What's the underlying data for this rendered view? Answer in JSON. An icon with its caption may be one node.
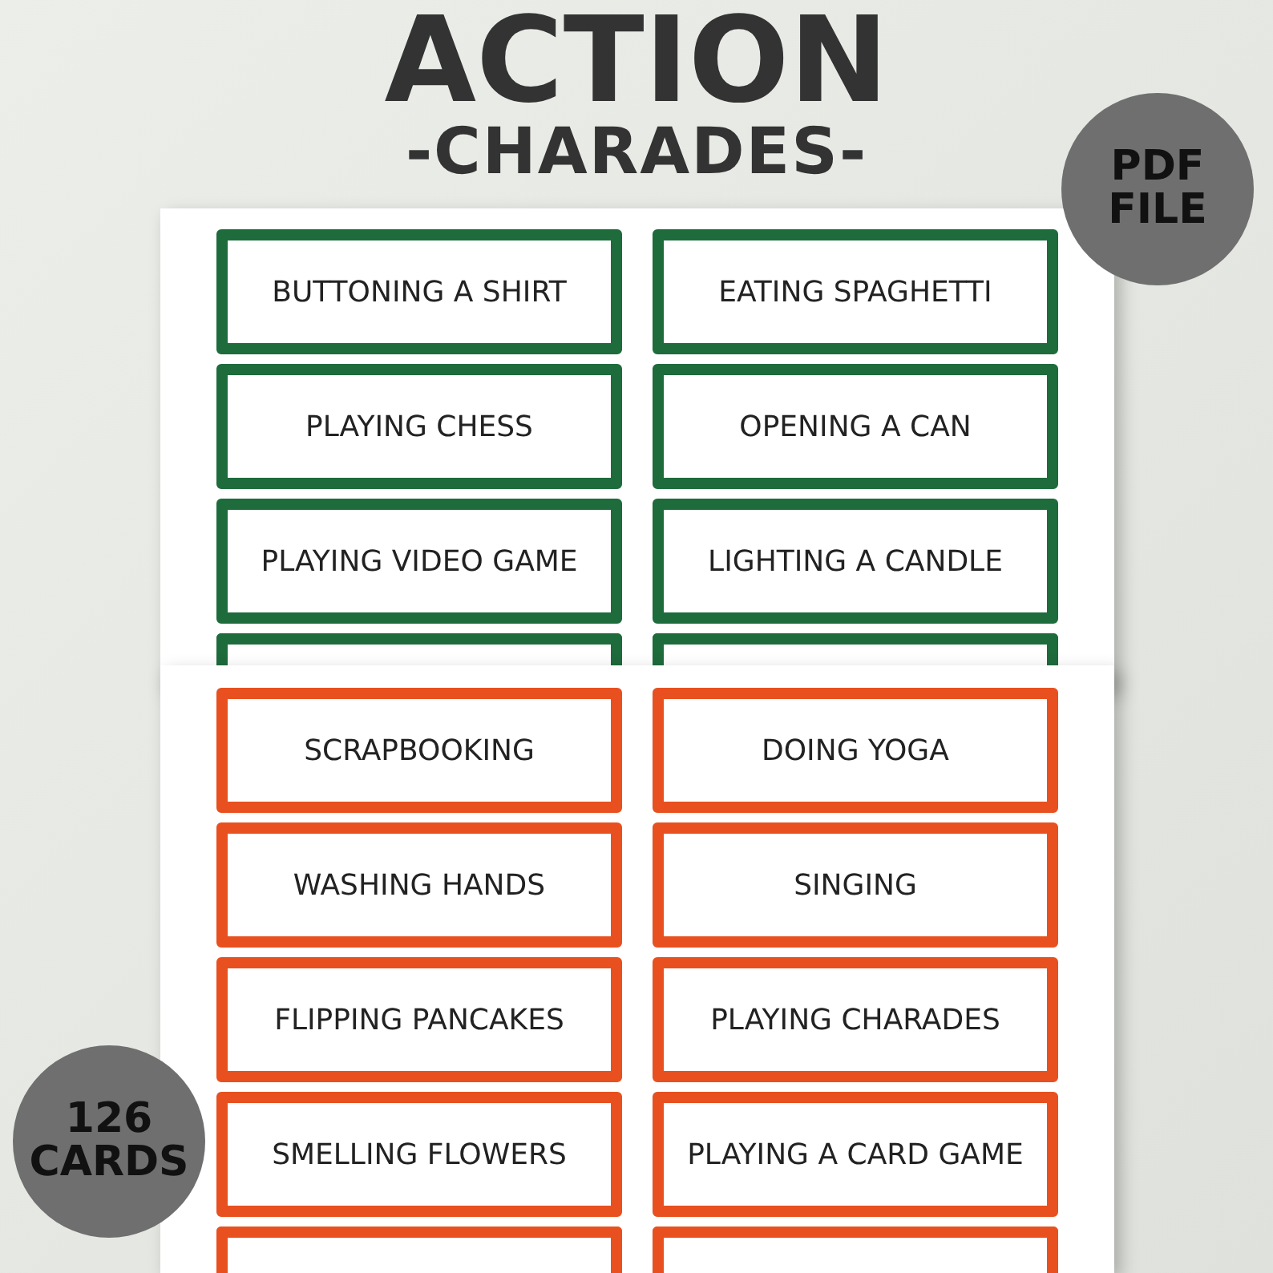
{
  "diagram": {
    "title": "ACTION",
    "labels": [
      "-CHARADES-"
    ],
    "nodes": [
      {
        "text": [
          "PDF FILE"
        ]
      },
      {
        "text": [],
        "shape": "box"
      },
      {
        "text": [
          "BUTTONING A SHIRT"
        ],
        "in": 1
      },
      {
        "text": [
          "EATING SPAGHETTI"
        ],
        "in": 1
      },
      {
        "text": [
          "PLAYING CHESS"
        ],
        "in": 1
      },
      {
        "text": [
          "OPENING A CAN"
        ],
        "in": 1
      },
      {
        "text": [
          "PLAYING VIDEO GAME"
        ],
        "in": 1
      },
      {
        "text": [
          "LIGHTING A CANDLE"
        ],
        "in": 1
      },
      {
        "text": [],
        "shape": "box",
        "in": 1
      },
      {
        "text": [],
        "shape": "box",
        "in": 1
      },
      {
        "text": [],
        "shape": "box"
      },
      {
        "text": [
          "SCRAPBOOKING"
        ],
        "in": 10
      },
      {
        "text": [
          "DOING YOGA"
        ],
        "in": 10
      },
      {
        "text": [
          "WASHING HANDS"
        ],
        "in": 10
      },
      {
        "text": [
          "SINGING"
        ],
        "in": 10
      },
      {
        "text": [
          "FLIPPING PANCAKES"
        ],
        "in": 10
      },
      {
        "text": [
          "PLAYING CHARADES"
        ],
        "in": 10
      },
      {
        "text": [
          "SMELLING FLOWERS"
        ],
        "in": 10
      },
      {
        "text": [
          "PLAYING A CARD GAME"
        ],
        "in": 10
      },
      {
        "text": [],
        "shape": "box",
        "in": 10
      },
      {
        "text": [],
        "shape": "box",
        "in": 10
      },
      {
        "text": [
          "126 CARDS"
        ]
      }
    ]
  }
}
